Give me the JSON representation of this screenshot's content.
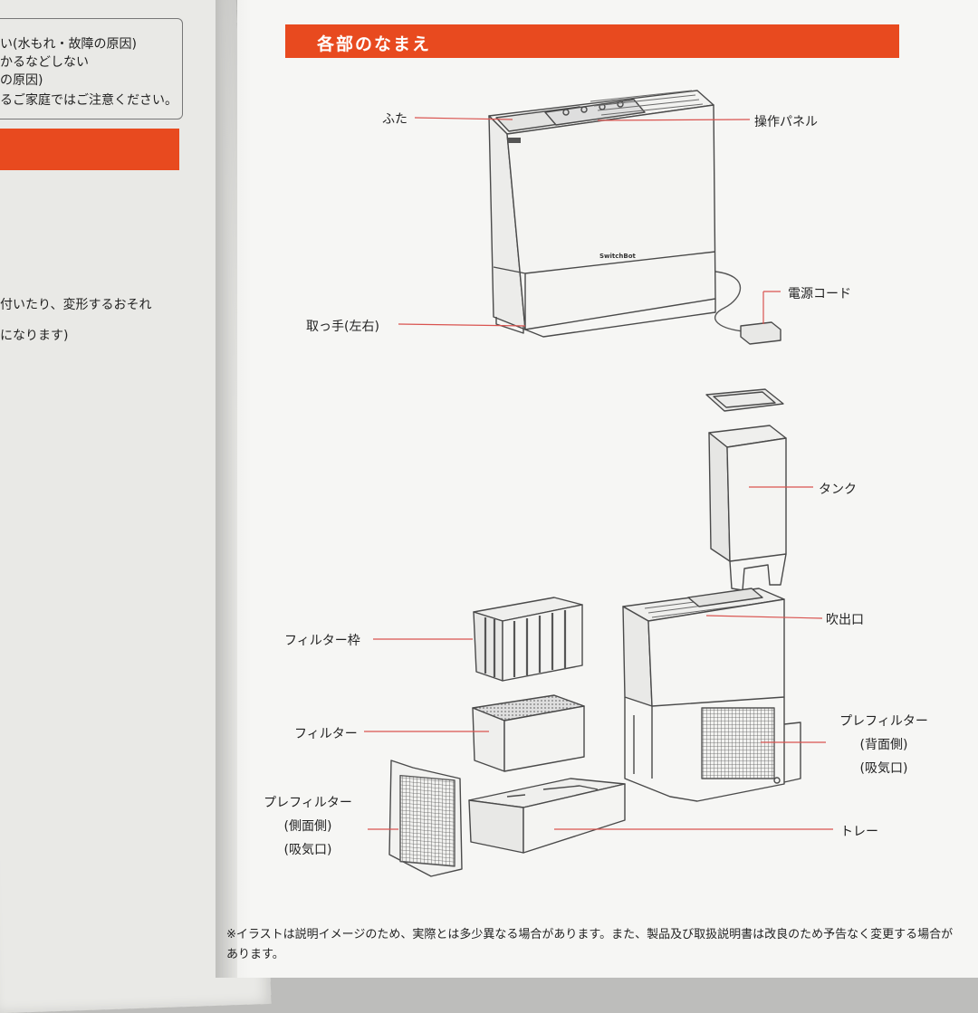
{
  "left_page": {
    "lines": [
      "い(水もれ・故障の原因)",
      "かるなどしない",
      "の原因)",
      "るご家庭ではご注意ください。",
      "付いたり、変形するおそれ",
      "になります)"
    ]
  },
  "header": {
    "title": "各部のなまえ"
  },
  "parts": {
    "lid": "ふた",
    "control_panel": "操作パネル",
    "power_cord": "電源コード",
    "handle": "取っ手(左右)",
    "tank": "タンク",
    "outlet": "吹出口",
    "filter_frame": "フィルター枠",
    "filter": "フィルター",
    "prefilter_back": [
      "プレフィルター",
      "(背面側)",
      "(吸気口)"
    ],
    "prefilter_side": [
      "プレフィルター",
      "(側面側)",
      "(吸気口)"
    ],
    "tray": "トレー"
  },
  "product": {
    "brand": "SwitchBot"
  },
  "footnote": "※イラストは説明イメージのため、実際とは多少異なる場合があります。また、製品及び取扱説明書は改良のため予告なく変更する場合があります。",
  "colors": {
    "accent": "#e84a1f",
    "leader": "#d9534f"
  }
}
